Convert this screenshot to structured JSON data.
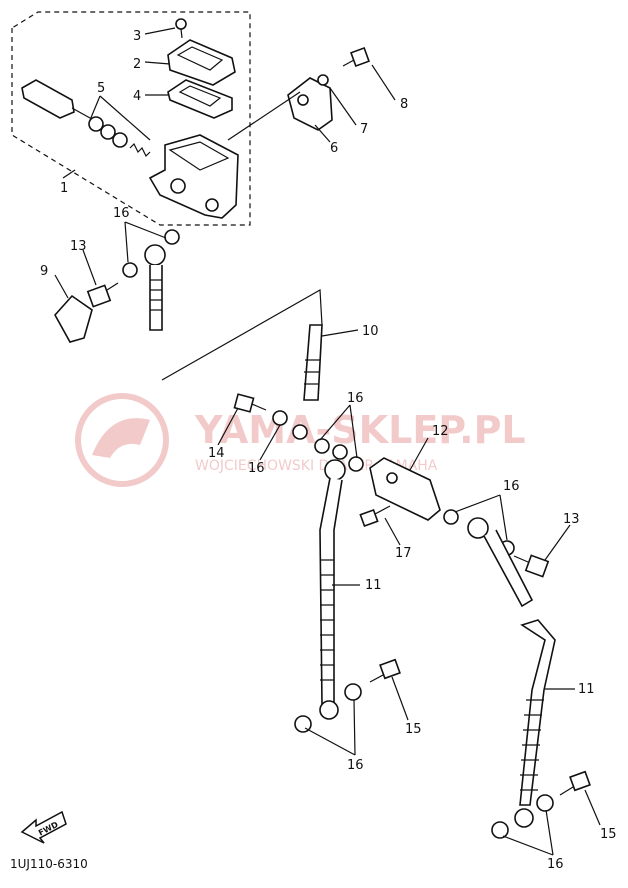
{
  "diagram": {
    "footer_code": "1UJ110-6310",
    "fwd_label": "FWD",
    "watermark": {
      "title": "YAMA-SKLEP.PL",
      "subtitle": "WOJCIECHOWSKI DEALER YAMAHA",
      "color": "#e8a0a0"
    },
    "callouts": {
      "c1": "1",
      "c2": "2",
      "c3": "3",
      "c4": "4",
      "c5": "5",
      "c6": "6",
      "c7": "7",
      "c8": "8",
      "c9": "9",
      "c10": "10",
      "c11a": "11",
      "c11b": "11",
      "c12": "12",
      "c13a": "13",
      "c13b": "13",
      "c14": "14",
      "c15a": "15",
      "c15b": "15",
      "c16a": "16",
      "c16b": "16",
      "c16c": "16",
      "c16d": "16",
      "c16e": "16",
      "c16f": "16",
      "c17": "17"
    }
  }
}
